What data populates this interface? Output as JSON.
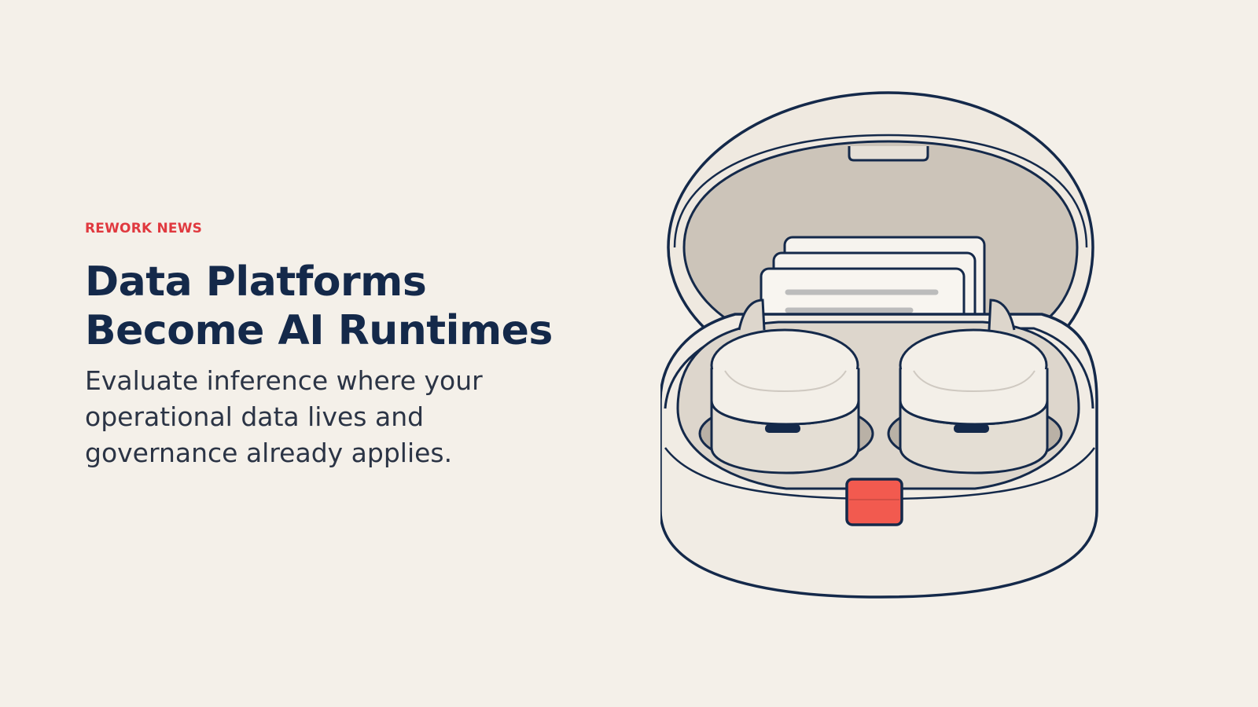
{
  "article": {
    "kicker": "REWORK NEWS",
    "headline_line1": "Data Platforms",
    "headline_line2": "Become AI Runtimes",
    "subhead": "Evaluate inference where your operational data lives and governance already applies."
  },
  "illustration": {
    "subject": "open earbuds charging case holding document cards",
    "icon": "earbuds-case-icon"
  },
  "colors": {
    "background": "#f4f0e9",
    "accent": "#e0393f",
    "headline": "#14294a",
    "body": "#2b3445",
    "outline": "#14294a",
    "case_fill": "#f1ece4",
    "case_inner": "#cbc3b8",
    "latch": "#f25a4f"
  }
}
